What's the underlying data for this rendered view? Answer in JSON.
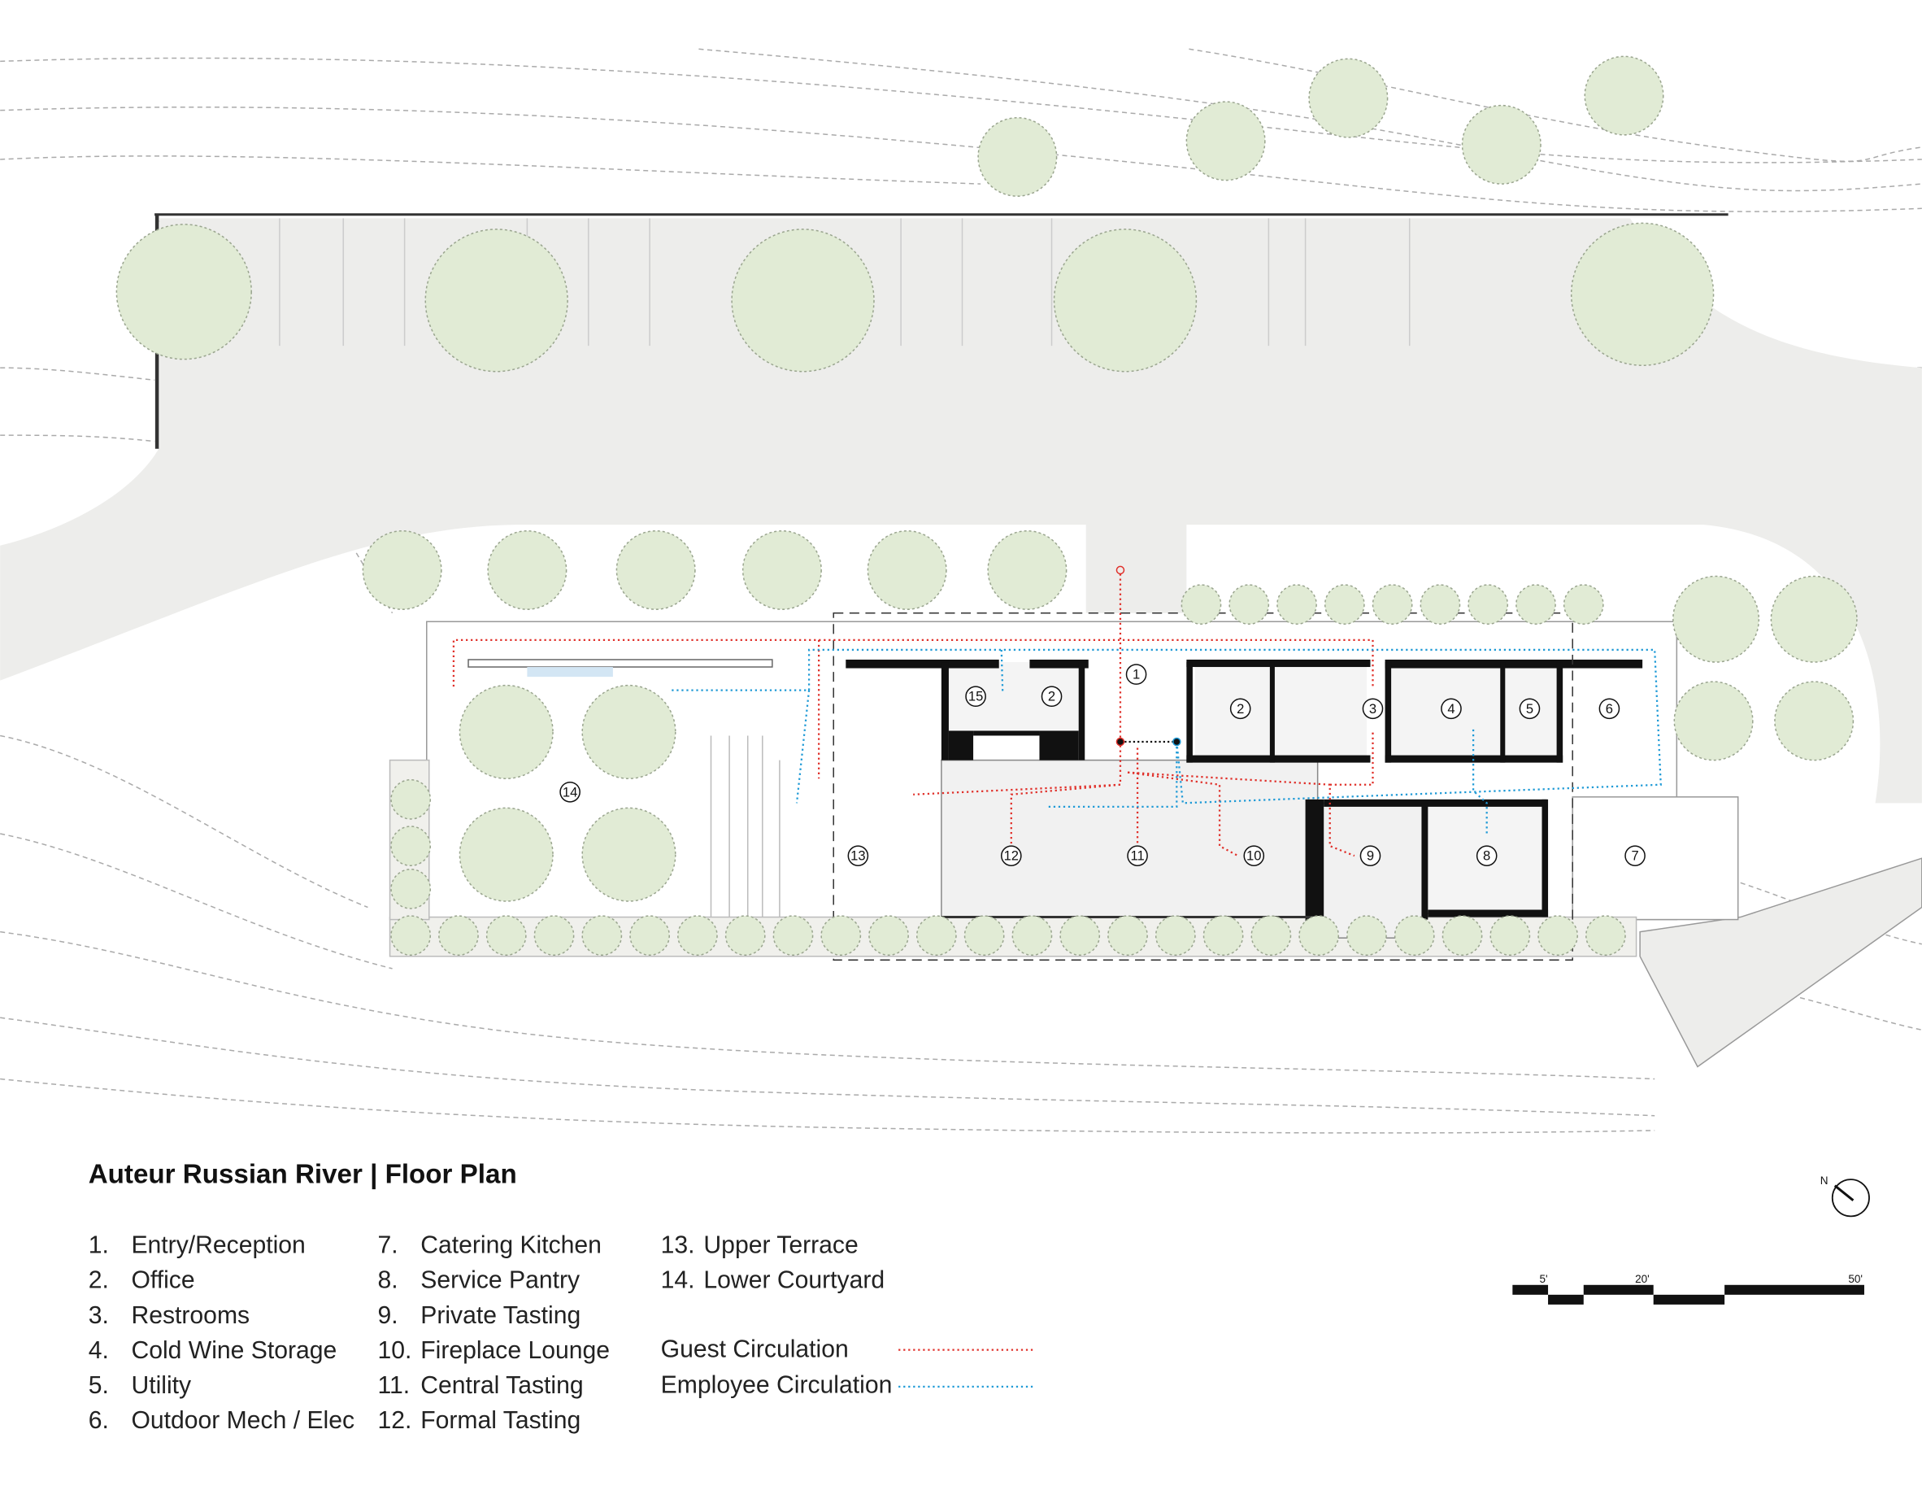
{
  "title": "Auteur Russian River | Floor Plan",
  "rooms": [
    {
      "num": "1.",
      "label": "Entry/Reception"
    },
    {
      "num": "2.",
      "label": "Office"
    },
    {
      "num": "3.",
      "label": "Restrooms"
    },
    {
      "num": "4.",
      "label": "Cold Wine Storage"
    },
    {
      "num": "5.",
      "label": "Utility"
    },
    {
      "num": "6.",
      "label": "Outdoor Mech / Elec"
    },
    {
      "num": "7.",
      "label": "Catering Kitchen"
    },
    {
      "num": "8.",
      "label": "Service Pantry"
    },
    {
      "num": "9.",
      "label": "Private Tasting"
    },
    {
      "num": "10.",
      "label": "Fireplace Lounge"
    },
    {
      "num": "11.",
      "label": "Central Tasting"
    },
    {
      "num": "12.",
      "label": "Formal Tasting"
    },
    {
      "num": "13.",
      "label": "Upper Terrace"
    },
    {
      "num": "14.",
      "label": "Lower Courtyard"
    }
  ],
  "legend": [
    {
      "label": "Guest Circulation",
      "color": "#e0302a"
    },
    {
      "label": "Employee Circulation",
      "color": "#1f9ad6"
    }
  ],
  "plan_tags": [
    "1",
    "15",
    "2",
    "2",
    "3",
    "4",
    "5",
    "6",
    "13",
    "12",
    "11",
    "10",
    "9",
    "8",
    "7",
    "14"
  ],
  "scale_bar": {
    "labels": [
      "5'",
      "20'",
      "50'"
    ]
  },
  "north_label": "N"
}
